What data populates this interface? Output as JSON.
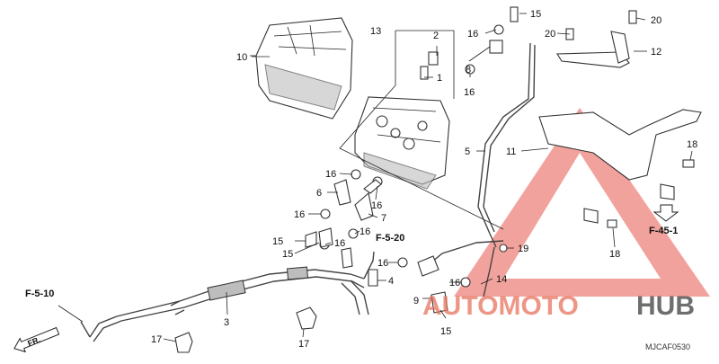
{
  "callouts": {
    "c1": "1",
    "c2": "2",
    "c3": "3",
    "c4": "4",
    "c5": "5",
    "c6": "6",
    "c7": "7",
    "c8": "8",
    "c9": "9",
    "c10": "10",
    "c11": "11",
    "c12": "12",
    "c13": "13",
    "c14": "14",
    "c15a": "15",
    "c15b": "15",
    "c15c": "15",
    "c15d": "15",
    "c16a": "16",
    "c16b": "16",
    "c16c": "16",
    "c16d": "16",
    "c16e": "16",
    "c16f": "16",
    "c16g": "16",
    "c16h": "16",
    "c16i": "16",
    "c17a": "17",
    "c17b": "17",
    "c18a": "18",
    "c18b": "18",
    "c19": "19",
    "c20a": "20",
    "c20b": "20"
  },
  "references": {
    "f510": "F-5-10",
    "f520": "F-5-20",
    "f451": "F-45-1",
    "fr": "FR."
  },
  "drawing_code": "MJCAF0530",
  "watermark": {
    "text_a": "AUTOMOTO",
    "text_b": "HUB",
    "color_a": "#e8735d",
    "color_b": "#555555",
    "triangle_color": "#e8554a"
  }
}
